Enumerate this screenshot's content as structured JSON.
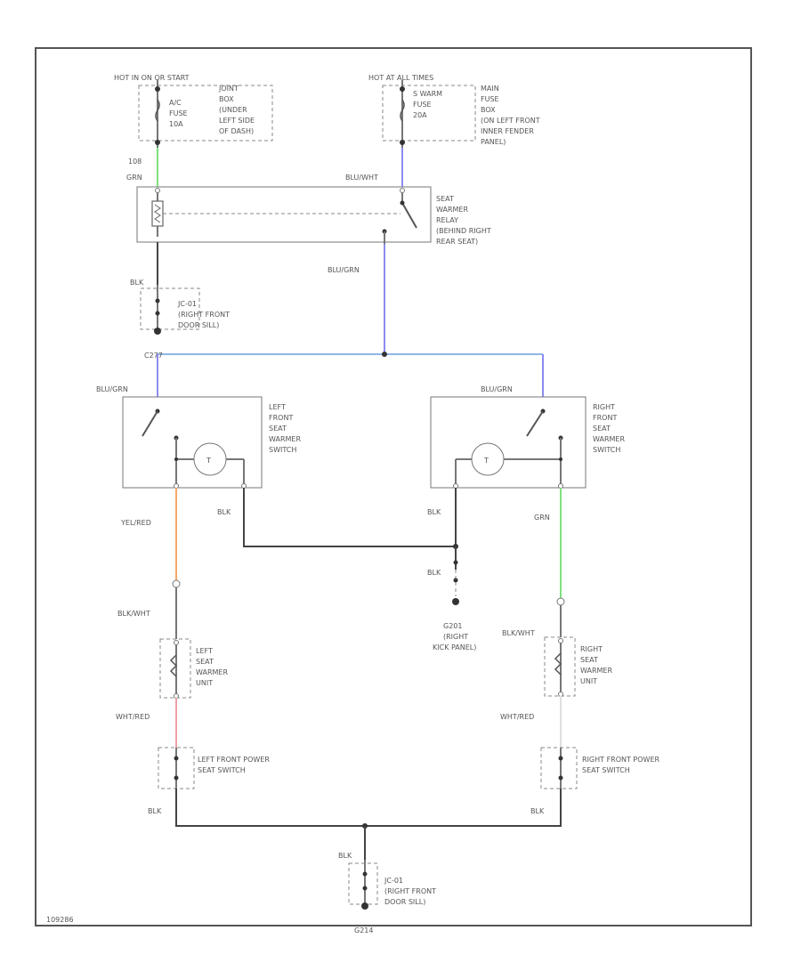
{
  "top_left_source": {
    "hot": "HOT IN ON OR START",
    "fuse_name": "A/C",
    "fuse_word": "FUSE",
    "fuse_amp": "10A",
    "location": [
      "JOINT",
      "BOX",
      "(UNDER",
      "LEFT SIDE",
      "OF DASH)"
    ]
  },
  "top_right_source": {
    "hot": "HOT AT ALL TIMES",
    "fuse_name": "S WARM",
    "fuse_word": "FUSE",
    "fuse_amp": "20A",
    "location": [
      "MAIN",
      "FUSE",
      "BOX",
      "(ON LEFT FRONT",
      "INNER FENDER",
      "PANEL)"
    ]
  },
  "relay": {
    "name": [
      "SEAT",
      "WARMER",
      "RELAY",
      "(BEHIND RIGHT",
      "REAR SEAT)"
    ],
    "pin_left_num": "108",
    "pin_left_wire": "GRN",
    "pin_right_wire": "BLU/WHT",
    "out_wire": "BLU/GRN"
  },
  "ground_top": {
    "wire": "BLK",
    "name": [
      "JC-01",
      "(RIGHT FRONT",
      "DOOR SILL)"
    ]
  },
  "splice_label": "C277",
  "left_switch": {
    "in_wire": "BLU/GRN",
    "name": [
      "LEFT",
      "FRONT",
      "SEAT",
      "WARMER",
      "SWITCH"
    ],
    "lamp": "T",
    "out_wire": "YEL/RED",
    "gnd_wire": "BLK"
  },
  "right_switch": {
    "in_wire": "BLU/GRN",
    "name": [
      "RIGHT",
      "FRONT",
      "SEAT",
      "WARMER",
      "SWITCH"
    ],
    "lamp": "T",
    "out_wire": "GRN",
    "gnd_wire": "BLK"
  },
  "middle_ground": {
    "wire": "BLK",
    "name": [
      "G201",
      "(RIGHT",
      "KICK PANEL)"
    ]
  },
  "left_unit": {
    "in_wire": "BLK/WHT",
    "name": [
      "LEFT",
      "SEAT",
      "WARMER",
      "UNIT"
    ],
    "out_wire": "WHT/RED"
  },
  "right_unit": {
    "in_wire": "BLK/WHT",
    "name": [
      "RIGHT",
      "SEAT",
      "WARMER",
      "UNIT"
    ],
    "out_wire": "WHT/RED"
  },
  "left_power_switch": {
    "name": [
      "LEFT FRONT POWER",
      "SEAT SWITCH"
    ],
    "out_wire": "BLK"
  },
  "right_power_switch": {
    "name": [
      "RIGHT FRONT POWER",
      "SEAT SWITCH"
    ],
    "out_wire": "BLK"
  },
  "ground_bottom": {
    "wire": "BLK",
    "name": [
      "JC-01",
      "(RIGHT FRONT",
      "DOOR SILL)"
    ]
  },
  "footer": {
    "left_code": "109286",
    "center_code": "G214"
  },
  "wire_colors": {
    "green": "#7ee07e",
    "blue": "#8b8bf0",
    "lightblue": "#8fb6e6",
    "orange": "#f5a868",
    "pink": "#f0a0a8",
    "black": "#444444"
  }
}
